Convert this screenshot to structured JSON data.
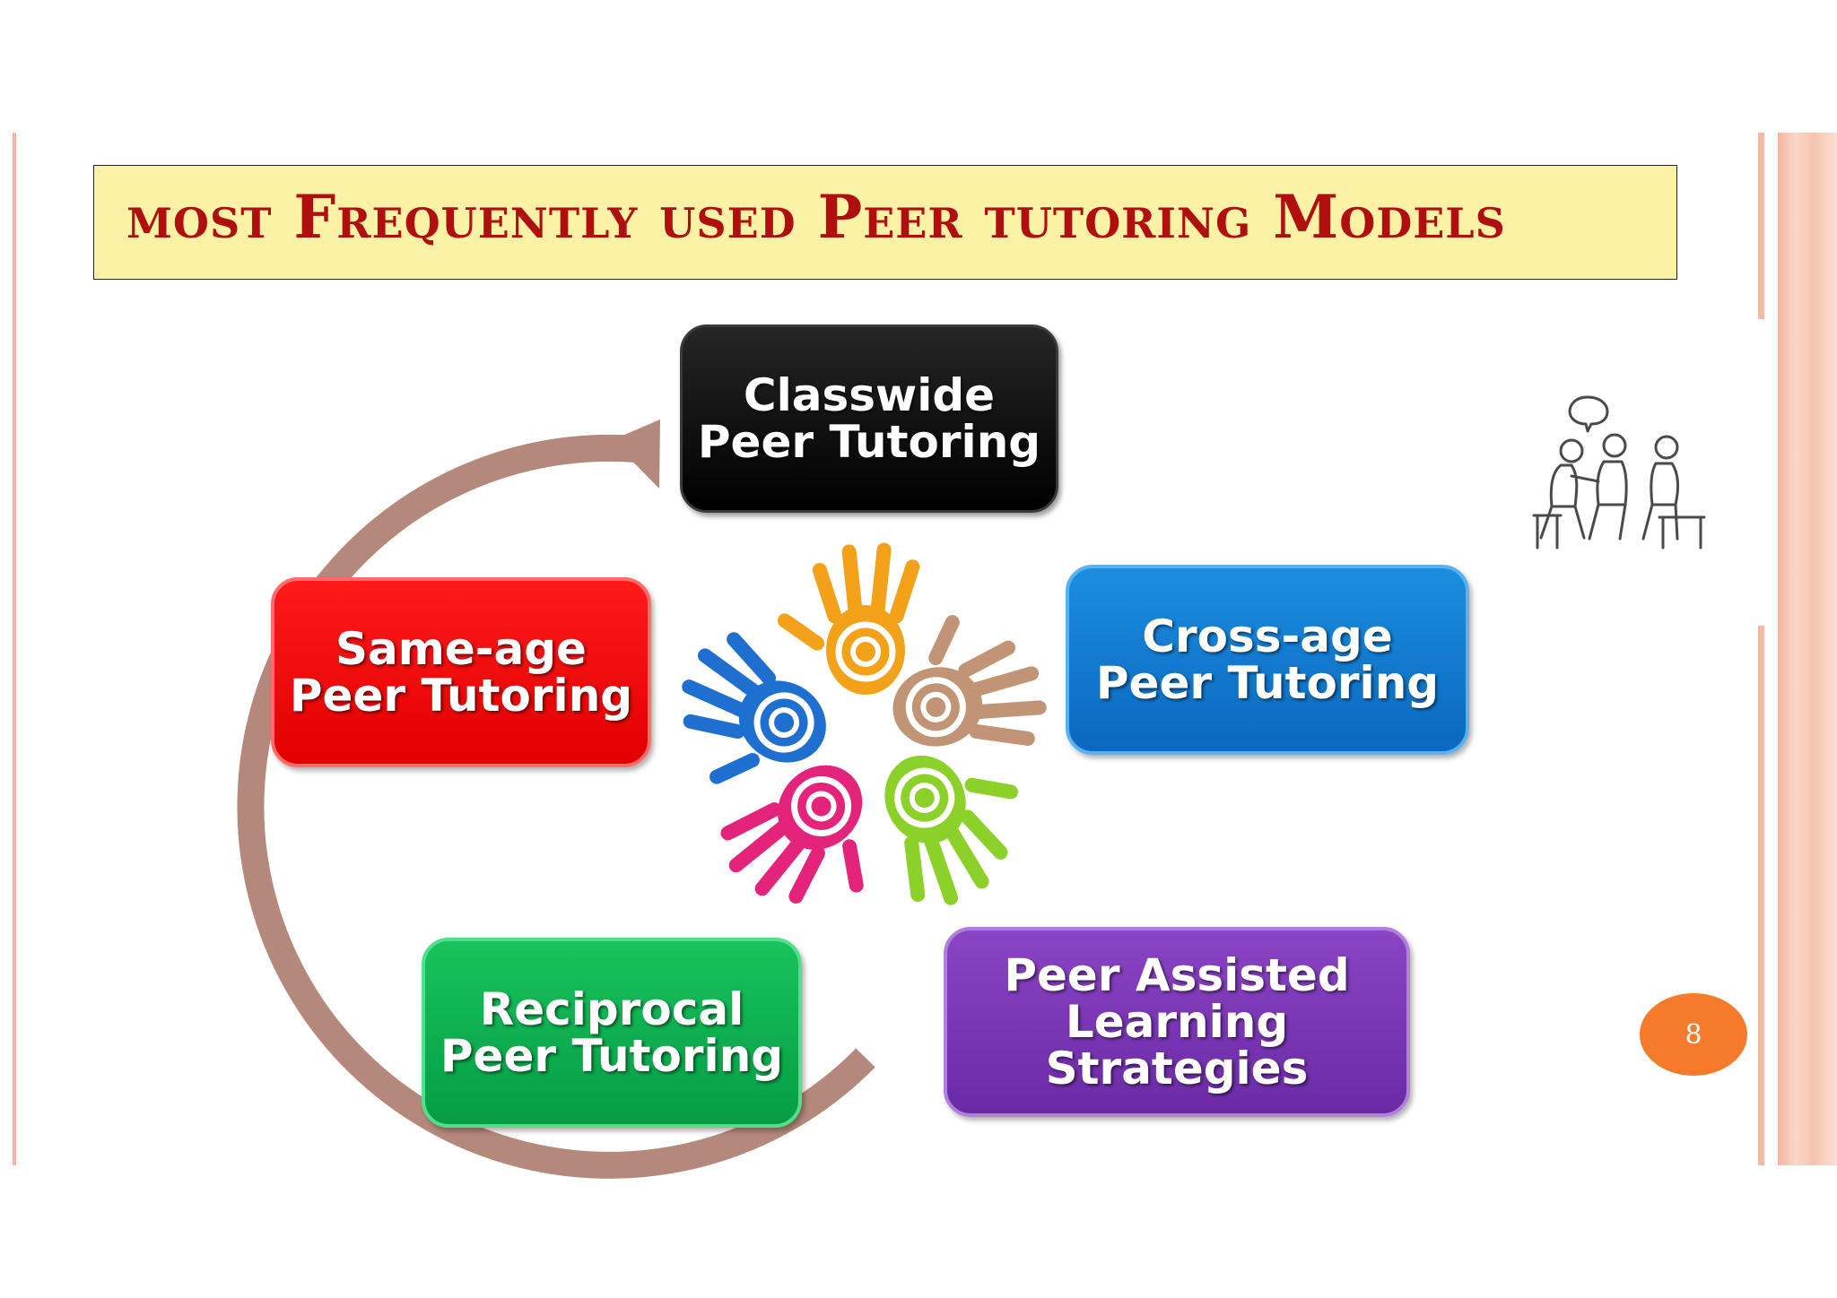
{
  "title": "most Frequently used Peer tutoring Models",
  "nodes": {
    "classwide": {
      "line1": "Classwide",
      "line2": "Peer Tutoring"
    },
    "cross_age": {
      "line1": "Cross-age",
      "line2": "Peer Tutoring"
    },
    "same_age": {
      "line1": "Same-age",
      "line2": "Peer Tutoring"
    },
    "reciprocal": {
      "line1": "Reciprocal",
      "line2": "Peer Tutoring"
    },
    "pals": {
      "line1": "Peer Assisted",
      "line2": "Learning",
      "line3": "Strategies"
    }
  },
  "page_number": "8",
  "colors": {
    "title_bg": "#fcf2a6",
    "title_text": "#b00f0f",
    "cycle_arrow": "#b4897b",
    "classwide": "#000000",
    "cross_age": "#0b74cf",
    "same_age": "#f20000",
    "reciprocal": "#0aad4c",
    "pals": "#7a35b4",
    "page_badge": "#f47b2c",
    "hands": [
      "#f4a11a",
      "#c09474",
      "#8bd12a",
      "#e4237a",
      "#1f6fd1"
    ]
  },
  "icons": {
    "center": "colorful-hands-spiral-icon",
    "corner": "people-talking-icon"
  }
}
